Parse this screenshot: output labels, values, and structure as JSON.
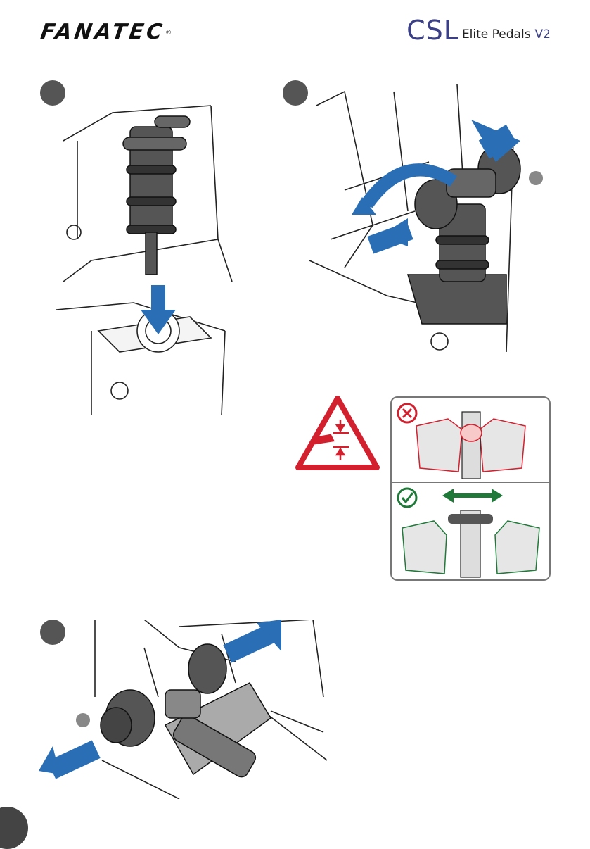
{
  "header": {
    "brand": "FANATEC",
    "brand_mark": "®",
    "product_main": "CSL",
    "product_sub": "Elite Pedals",
    "product_version": "V2"
  },
  "colors": {
    "arrow_blue": "#2a6fb5",
    "warning_red": "#d2202f",
    "ok_green": "#1f7a3a",
    "step_circle": "#555555"
  },
  "icons": [
    "x-circle-icon",
    "check-circle-icon",
    "pinch-warning-icon",
    "double-arrow-icon"
  ]
}
